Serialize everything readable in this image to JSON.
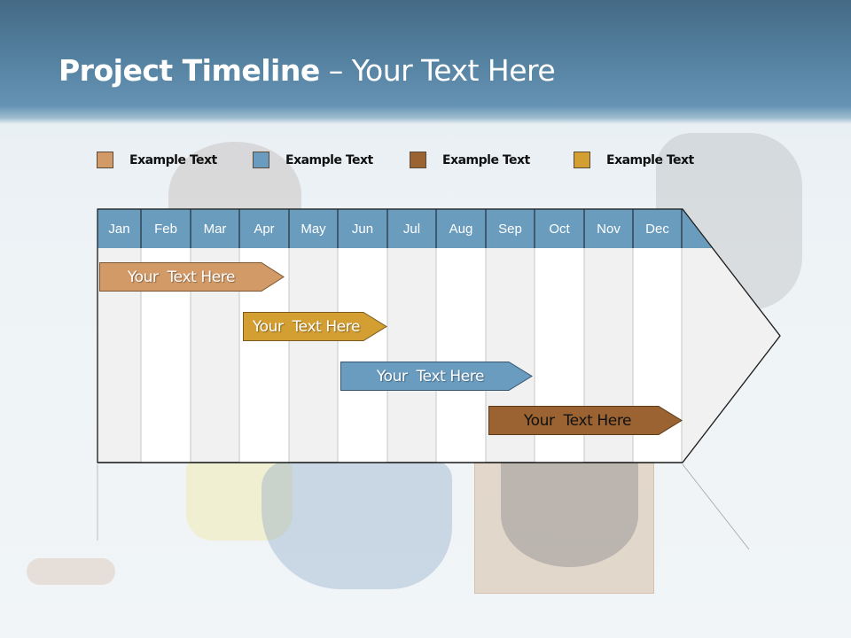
{
  "slide": {
    "title_bold": "Project Timeline",
    "title_rest": " – Your Text Here"
  },
  "legend": {
    "items": [
      {
        "label": "Example Text",
        "color": "#d19a67"
      },
      {
        "label": "Example Text",
        "color": "#6a9cc0"
      },
      {
        "label": "Example Text",
        "color": "#9a6331"
      },
      {
        "label": "Example Text",
        "color": "#d39e32"
      }
    ]
  },
  "timeline": {
    "header_color": "#6a9cbd",
    "months": [
      "Jan",
      "Feb",
      "Mar",
      "Apr",
      "May",
      "Jun",
      "Jul",
      "Aug",
      "Sep",
      "Oct",
      "Nov",
      "Dec"
    ],
    "tasks": [
      {
        "label": "Your  Text Here",
        "color": "#d19a67",
        "text_color": "#ffffff",
        "start_month": "Jan",
        "end_month": "Apr"
      },
      {
        "label": "Your  Text Here",
        "color": "#d39e32",
        "text_color": "#ffffff",
        "start_month": "Apr",
        "end_month": "Jun"
      },
      {
        "label": "Your  Text Here",
        "color": "#6a9cc0",
        "text_color": "#ffffff",
        "start_month": "Jun",
        "end_month": "Sep"
      },
      {
        "label": "Your  Text Here",
        "color": "#9a6331",
        "text_color": "#111111",
        "start_month": "Sep",
        "end_month": "Dec"
      }
    ]
  }
}
